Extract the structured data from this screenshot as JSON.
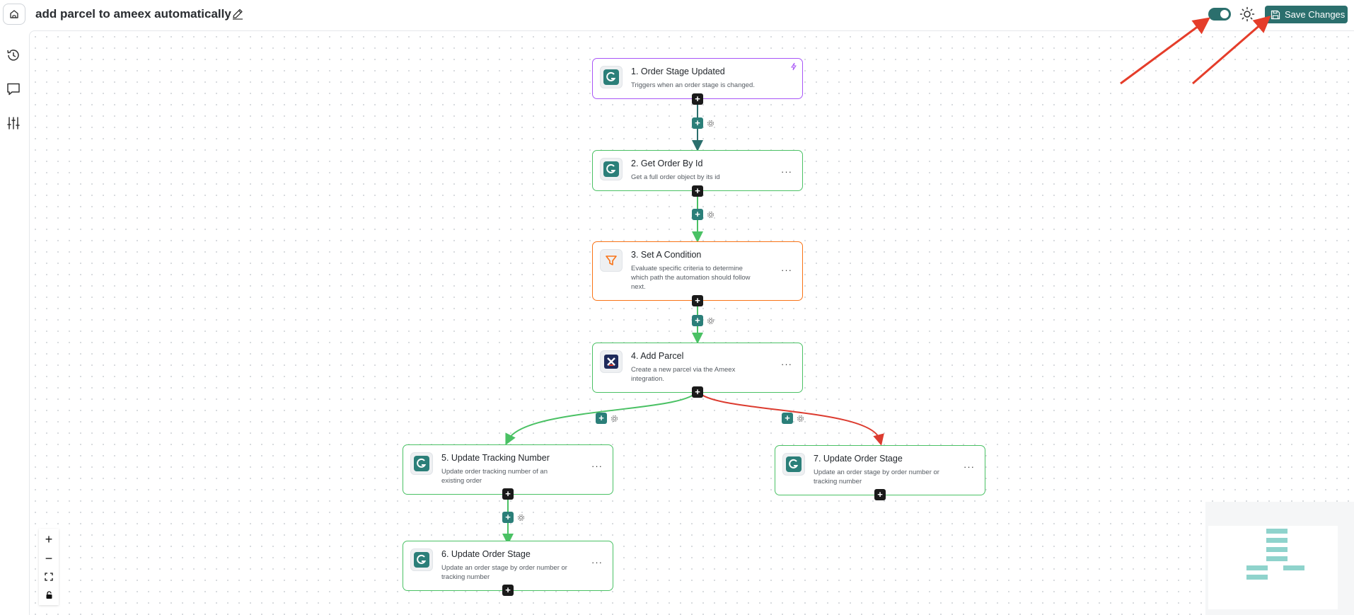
{
  "header": {
    "title": "add parcel to ameex automatically",
    "save_label": "Save Changes",
    "toggle_on": true
  },
  "colors": {
    "accent": "#2b6f6d",
    "trigger_border": "#a855f7",
    "action_border": "#4ac164",
    "condition_border": "#f97316",
    "false_branch": "#dc3b2f",
    "annotation_arrow": "#e53d2a"
  },
  "sidebar": {
    "items": [
      {
        "icon": "history-icon"
      },
      {
        "icon": "comment-icon"
      },
      {
        "icon": "sliders-icon"
      }
    ]
  },
  "nodes": [
    {
      "title": "1. Order Stage Updated",
      "desc": "Triggers when an order stage is changed.",
      "icon": "g-app-icon",
      "kind": "trigger"
    },
    {
      "title": "2. Get Order By Id",
      "desc": "Get a full order object by its id",
      "icon": "g-app-icon",
      "kind": "action"
    },
    {
      "title": "3. Set A Condition",
      "desc": "Evaluate specific criteria to determine which path the automation should follow next.",
      "icon": "filter-icon",
      "kind": "condition"
    },
    {
      "title": "4. Add Parcel",
      "desc": "Create a new parcel via the Ameex integration.",
      "icon": "ameex-icon",
      "kind": "action"
    },
    {
      "title": "5. Update Tracking Number",
      "desc": "Update order tracking number of an existing order",
      "icon": "g-app-icon",
      "kind": "action"
    },
    {
      "title": "6. Update Order Stage",
      "desc": "Update an order stage by order number or tracking number",
      "icon": "g-app-icon",
      "kind": "action"
    },
    {
      "title": "7. Update Order Stage",
      "desc": "Update an order stage by order number or tracking number",
      "icon": "g-app-icon",
      "kind": "action"
    }
  ],
  "controls": {
    "menu_glyph": "···",
    "add_glyph": "+",
    "zoom_in": "+",
    "zoom_out": "−"
  }
}
